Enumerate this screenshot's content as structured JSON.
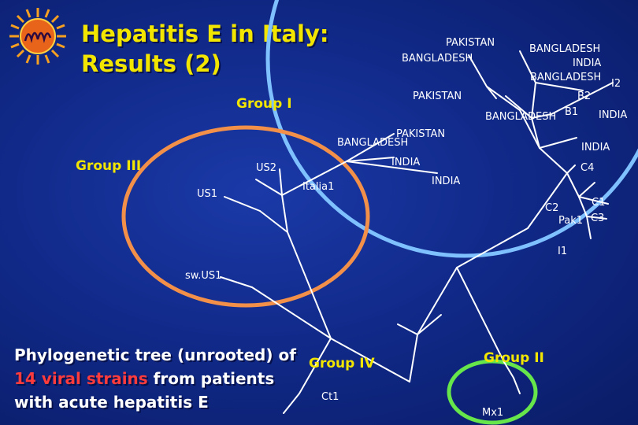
{
  "slide": {
    "title_line1": "Hepatitis E in Italy:",
    "title_line2": "Results (2)",
    "caption": {
      "part1": "Phylogenetic tree (unrooted) of",
      "highlight": "14 viral strains",
      "part2": " from patients",
      "part3": "with acute hepatitis E"
    }
  },
  "colors": {
    "background": "#112a8a",
    "title": "#f2e600",
    "highlight": "#ff3b3b",
    "group_I_circle": "#7fc0ff",
    "group_III_circle": "#f2904a",
    "group_II_circle": "#66e64a",
    "group_label": "#f2e600",
    "branch": "#ffffff"
  },
  "groups": [
    {
      "id": "I",
      "label": "Group I"
    },
    {
      "id": "III",
      "label": "Group III"
    },
    {
      "id": "IV",
      "label": "Group IV"
    },
    {
      "id": "II",
      "label": "Group II"
    }
  ],
  "strain_labels": [
    "PAKISTAN",
    "BANGLADESH",
    "BANGLADESH",
    "INDIA",
    "BANGLADESH",
    "I2",
    "PAKISTAN",
    "B2",
    "BANGLADESH",
    "B1",
    "INDIA",
    "PAKISTAN",
    "BANGLADESH",
    "INDIA",
    "INDIA",
    "C4",
    "INDIA",
    "US2",
    "Italia1",
    "US1",
    "C1",
    "C2",
    "Pak1",
    "C3",
    "I1",
    "sw.US1",
    "Ct1",
    "Mx1"
  ],
  "logo_icon": "virus-sun-icon"
}
